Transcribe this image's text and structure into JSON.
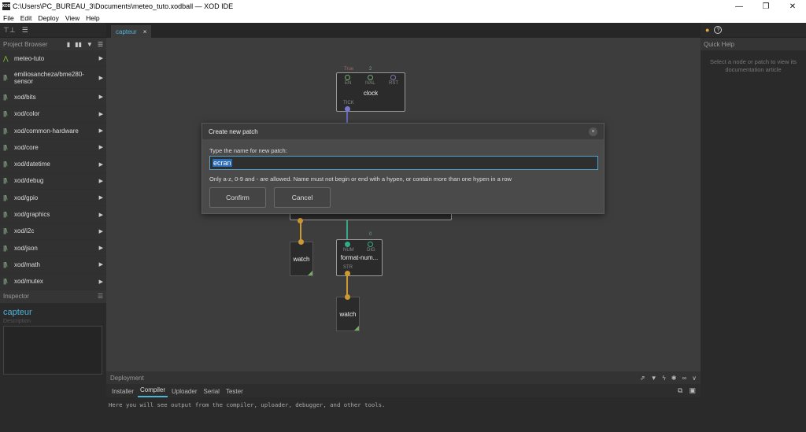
{
  "window": {
    "title": "C:\\Users\\PC_BUREAU_3\\Documents\\meteo_tuto.xodball — XOD IDE",
    "app_icon": "XOD",
    "minimize": "—",
    "maximize": "❐",
    "close": "✕"
  },
  "menu": [
    "File",
    "Edit",
    "Deploy",
    "View",
    "Help"
  ],
  "project_browser": {
    "title": "Project Browser",
    "items": [
      {
        "label": "meteo-tuto",
        "icon": "project-icon"
      },
      {
        "label": "emiliosancheza/bme280-sensor",
        "icon": "library-icon"
      },
      {
        "label": "xod/bits",
        "icon": "library-icon"
      },
      {
        "label": "xod/color",
        "icon": "library-icon"
      },
      {
        "label": "xod/common-hardware",
        "icon": "library-icon"
      },
      {
        "label": "xod/core",
        "icon": "library-icon"
      },
      {
        "label": "xod/datetime",
        "icon": "library-icon"
      },
      {
        "label": "xod/debug",
        "icon": "library-icon"
      },
      {
        "label": "xod/gpio",
        "icon": "library-icon"
      },
      {
        "label": "xod/graphics",
        "icon": "library-icon"
      },
      {
        "label": "xod/i2c",
        "icon": "library-icon"
      },
      {
        "label": "xod/json",
        "icon": "library-icon"
      },
      {
        "label": "xod/math",
        "icon": "library-icon"
      },
      {
        "label": "xod/mutex",
        "icon": "library-icon"
      }
    ]
  },
  "inspector": {
    "title": "Inspector",
    "patch_name": "capteur",
    "description_label": "Description"
  },
  "tabs": [
    {
      "label": "capteur",
      "close": "×"
    }
  ],
  "canvas": {
    "clock_node": {
      "title": "clock",
      "pins": [
        "EN",
        "IVAL",
        "RST"
      ],
      "output": "TICK",
      "values": {
        "en": "True",
        "ival": "2"
      }
    },
    "watch1": {
      "title": "watch"
    },
    "format_node": {
      "title": "format-num...",
      "pins": [
        "NUM",
        "DIG"
      ],
      "output": "STR",
      "dig_value": "0"
    },
    "watch2": {
      "title": "watch"
    }
  },
  "dialog": {
    "title": "Create new patch",
    "close": "×",
    "prompt": "Type the name for new patch:",
    "input_value": "ecran",
    "hint": "Only a-z, 0-9 and - are allowed. Name must not begin or end with a hypen, or contain more than one hypen in a row",
    "confirm": "Confirm",
    "cancel": "Cancel"
  },
  "quick_help": {
    "title": "Quick Help",
    "text": "Select a node or patch to view its documentation article"
  },
  "deployment": {
    "title": "Deployment",
    "tabs": [
      "Installer",
      "Compiler",
      "Uploader",
      "Serial",
      "Tester"
    ],
    "active_tab": "Compiler",
    "output": "Here you will see output from the compiler, uploader, debugger, and other tools."
  }
}
